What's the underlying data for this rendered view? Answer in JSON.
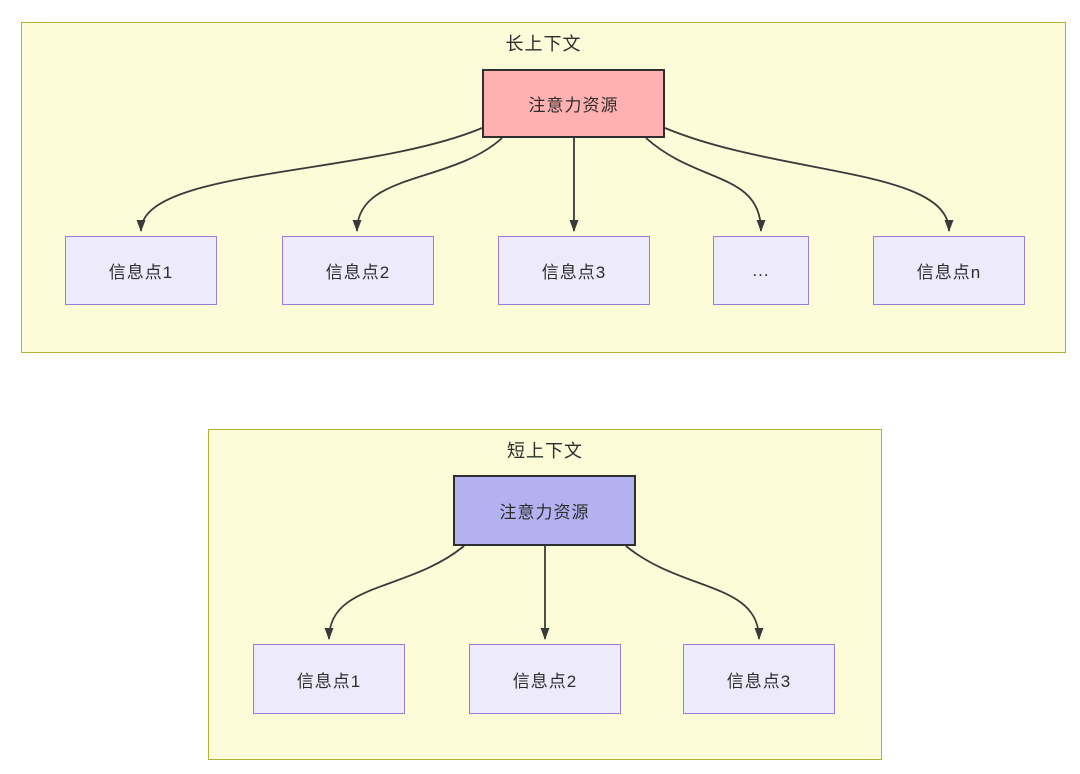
{
  "diagrams": [
    {
      "title": "长上下文",
      "root": {
        "label": "注意力资源"
      },
      "children": [
        {
          "label": "信息点1"
        },
        {
          "label": "信息点2"
        },
        {
          "label": "信息点3"
        },
        {
          "label": "..."
        },
        {
          "label": "信息点n"
        }
      ]
    },
    {
      "title": "短上下文",
      "root": {
        "label": "注意力资源"
      },
      "children": [
        {
          "label": "信息点1"
        },
        {
          "label": "信息点2"
        },
        {
          "label": "信息点3"
        }
      ]
    }
  ],
  "colors": {
    "container_fill": "#fcfcd8",
    "container_border": "#b1b135",
    "long_context_root_fill": "#ffb0b0",
    "short_context_root_fill": "#b3b1ef",
    "info_node_fill": "#eceafb",
    "info_node_border": "#9b7dd8",
    "edge_color": "#3a3a3a",
    "text_color": "#2d2d2d"
  }
}
